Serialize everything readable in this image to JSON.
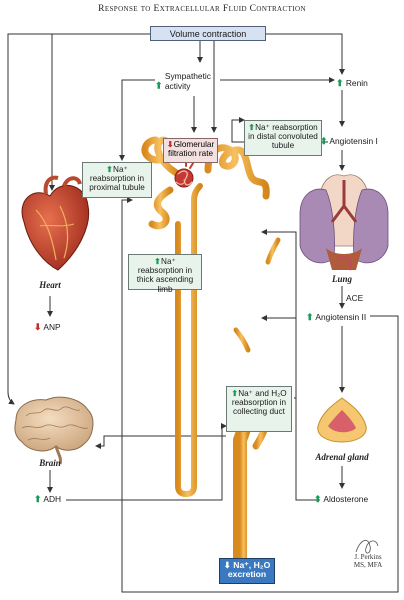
{
  "title": "Response to Extracellular Fluid Contraction",
  "volume_contraction": "Volume contraction",
  "sympathetic": "Sympathetic activity",
  "renin": "Renin",
  "angiotensin1": "Angiotensin I",
  "gfr": "Glomerular filtration rate",
  "proximal": "Na⁺ reabsorption in proximal tubule",
  "distal": "Na⁺ reabsorption in distal convoluted tubule",
  "thick_limb": "Na⁺ reabsorption in thick ascending limb",
  "collecting": "Na⁺ and H₂O reabsorption in collecting duct",
  "excretion": "Na⁺, H₂O excretion",
  "heart": "Heart",
  "anp": "ANP",
  "lung": "Lung",
  "ace": "ACE",
  "angiotensin2": "Angiotensin II",
  "adrenal": "Adrenal gland",
  "aldosterone": "Aldosterone",
  "brain": "Brain",
  "adh": "ADH",
  "signature": "J. Perkins",
  "signature_credentials": "MS, MFA",
  "arrows": {
    "up": "⬆",
    "down": "⬇"
  },
  "colors": {
    "increase": "#1a9a5a",
    "decrease": "#cc2a2a",
    "tubule": "#f0a830",
    "box": "#e8f3ec",
    "excretion": "#3a79c0"
  }
}
